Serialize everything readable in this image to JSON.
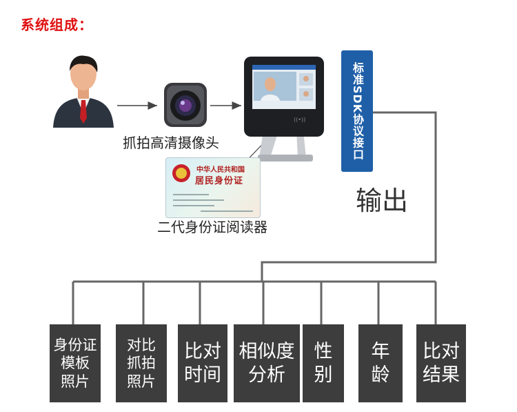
{
  "title": "系统组成：",
  "camera_label": "抓拍高清摄像头",
  "reader_label": "二代身份证阅读器",
  "sdk_label": "标准SDK协议接口",
  "output_label": "输出",
  "id_card": {
    "country": "中华人民共和国",
    "type": "居民身份证"
  },
  "outputs": [
    {
      "lines": [
        "身份证",
        "模板",
        "照片"
      ]
    },
    {
      "lines": [
        "对比",
        "抓拍",
        "照片"
      ]
    },
    {
      "lines": [
        "比对",
        "时间"
      ]
    },
    {
      "lines": [
        "相似度",
        "分析"
      ]
    },
    {
      "lines": [
        "性",
        "别"
      ]
    },
    {
      "lines": [
        "年",
        "龄"
      ]
    },
    {
      "lines": [
        "比对",
        "结果"
      ]
    }
  ],
  "colors": {
    "title": "#e01010",
    "sdk_box": "#1f5fa8",
    "output_box": "#3d3d3d",
    "connector": "#666666"
  },
  "icons": [
    "person-icon",
    "camera-icon",
    "face-terminal-icon",
    "id-card-icon"
  ]
}
